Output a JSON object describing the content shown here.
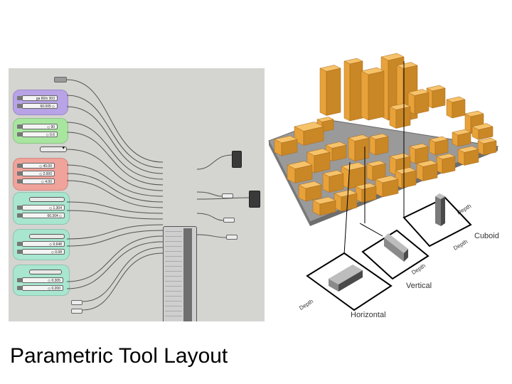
{
  "caption": "Parametric Tool Layout",
  "definition": {
    "groups": [
      {
        "color": "#b7a3e6",
        "sliders": [
          "ga 80/x 303",
          "60.005 ◇"
        ]
      },
      {
        "color": "#a8e6a0",
        "sliders": [
          "◇ 90",
          "◇ 0.6"
        ]
      },
      {
        "color": "#f0a39a",
        "sliders": [
          "◇ 40.00",
          "◇ 2.000",
          "◇ 4.00"
        ]
      },
      {
        "color": "#a8e6cf",
        "sliders": [
          "◇ 1.304",
          "60.304 ◇"
        ]
      },
      {
        "color": "#a8e6cf",
        "sliders": [
          "◇ 0.648",
          "◇ 0.08"
        ]
      },
      {
        "color": "#a8e6cf",
        "sliders": [
          "◇ 0.305",
          "◇ 0.200"
        ]
      }
    ]
  },
  "illustration": {
    "building_color": "#e8a23a",
    "labels": {
      "depth_1": "Depth",
      "depth_2": "Depth",
      "depth_3": "Depth",
      "depth_4": "Depth",
      "cuboid": "Cuboid",
      "vertical": "Vertical",
      "horizontal": "Horizontal"
    }
  }
}
